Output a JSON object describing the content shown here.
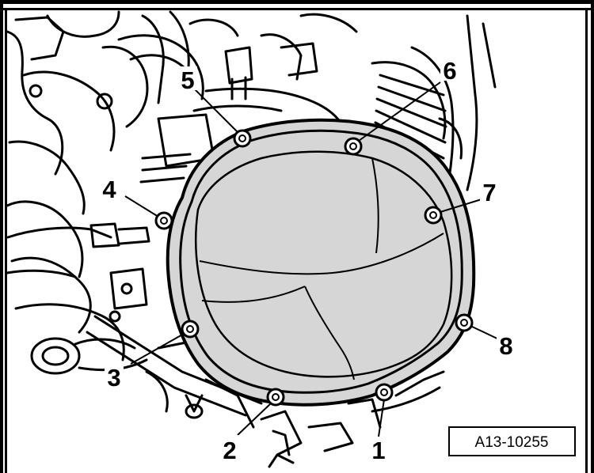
{
  "figure": {
    "figure_id": "A13-10255",
    "callouts": [
      {
        "number": "1",
        "item": "bolt"
      },
      {
        "number": "2",
        "item": "bolt"
      },
      {
        "number": "3",
        "item": "bolt"
      },
      {
        "number": "4",
        "item": "bolt"
      },
      {
        "number": "5",
        "item": "bolt"
      },
      {
        "number": "6",
        "item": "bolt"
      },
      {
        "number": "7",
        "item": "bolt"
      },
      {
        "number": "8",
        "item": "bolt"
      }
    ],
    "colors": {
      "line": "#000000",
      "cover_fill": "#d6d6d6",
      "background": "#ffffff"
    }
  }
}
